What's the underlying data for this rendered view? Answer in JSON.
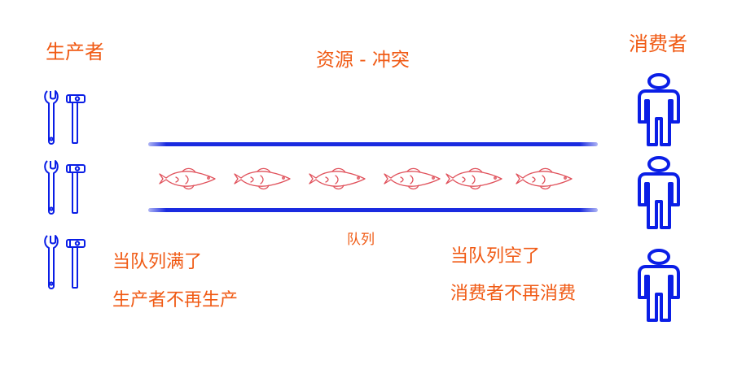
{
  "producer": {
    "title": "生产者",
    "tool_count": 3,
    "icon": "wrench-hammer-icon",
    "note_line1": "当队列满了",
    "note_line2": "生产者不再生产"
  },
  "resource": {
    "title": "资源 - 冲突"
  },
  "queue": {
    "label": "队列",
    "item_icon": "fish-icon",
    "item_count": 6
  },
  "consumer": {
    "title": "消费者",
    "person_count": 3,
    "icon": "person-icon",
    "note_line1": "当队列空了",
    "note_line2": "消费者不再消费"
  },
  "colors": {
    "accent": "#f05a14",
    "icon_blue": "#0a1ee6",
    "queue_blue": "#1a2be0",
    "fish_red": "#e0505a"
  }
}
